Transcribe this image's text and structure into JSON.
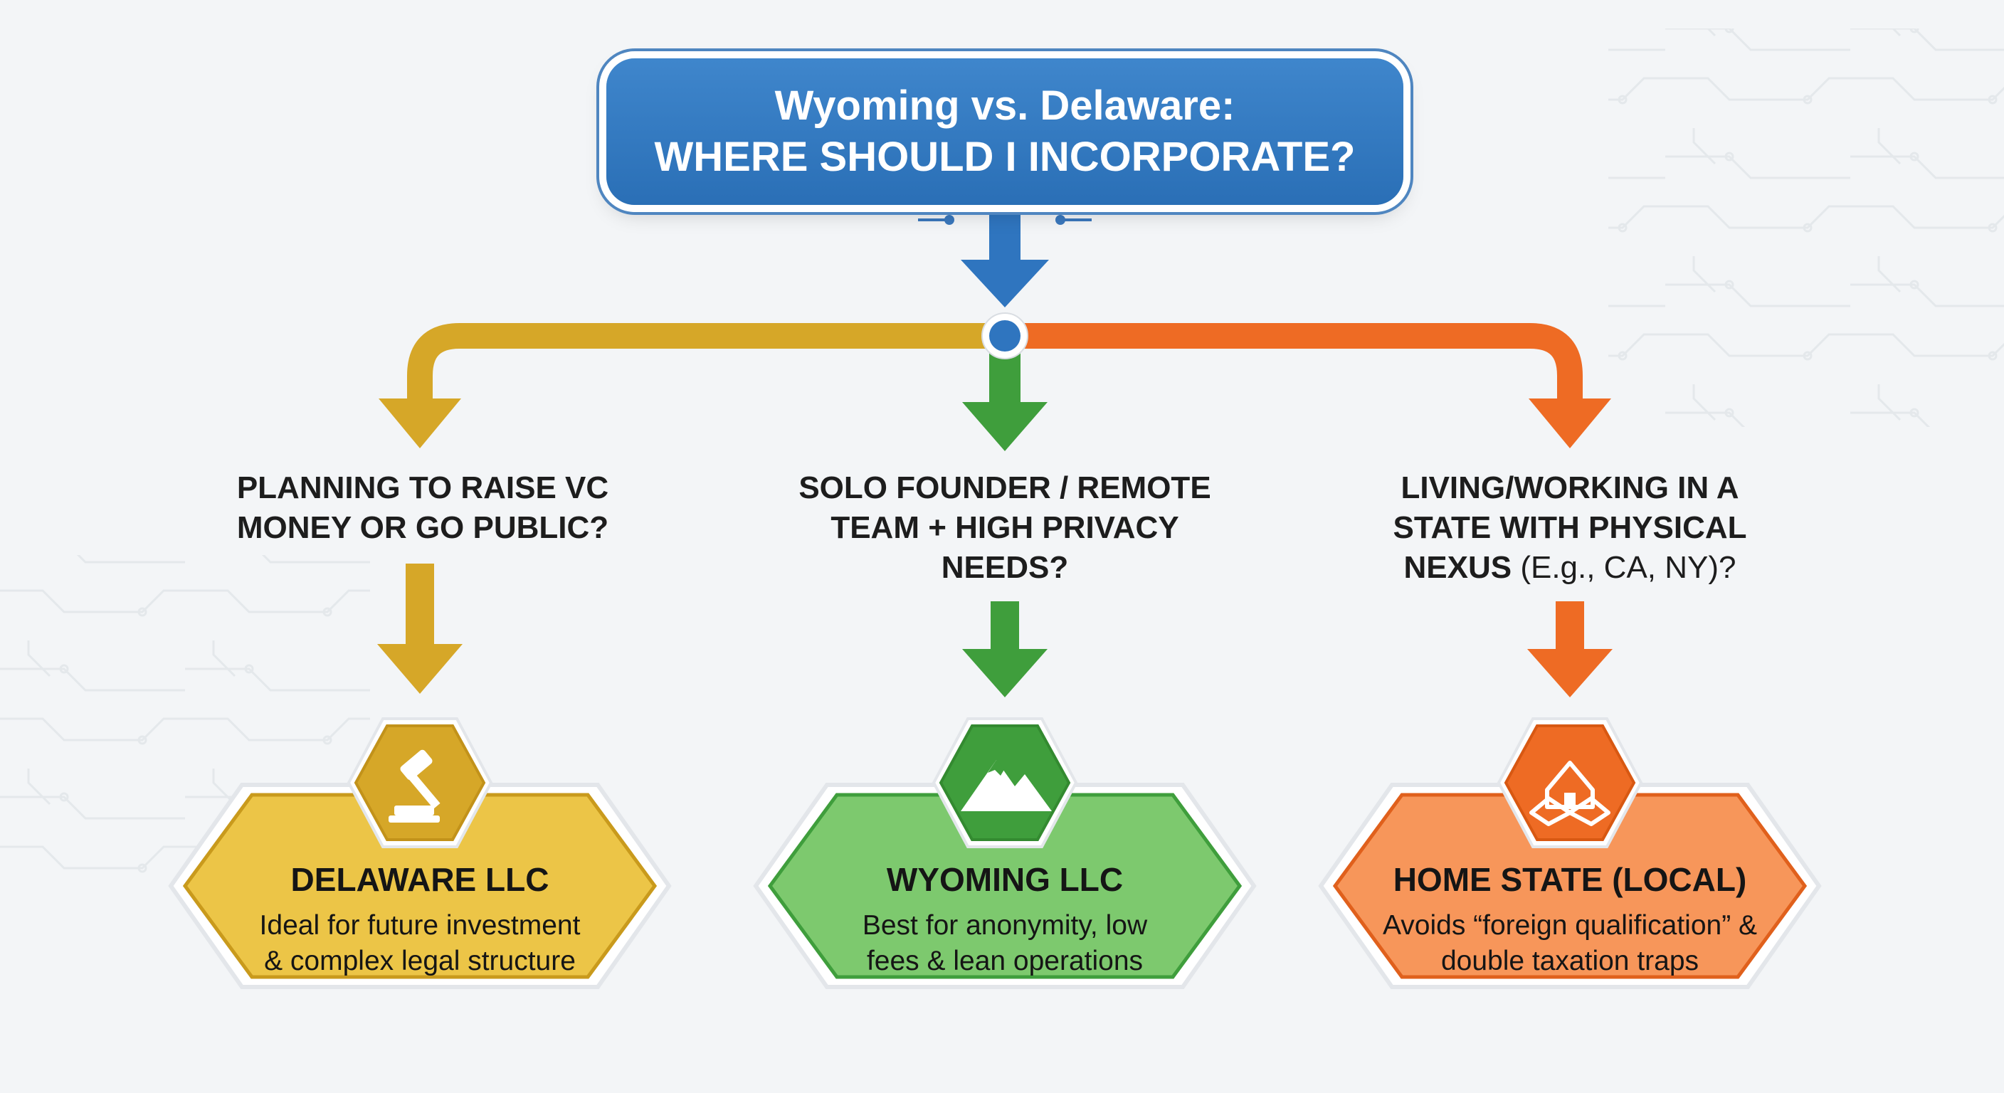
{
  "header": {
    "title_line1": "Wyoming vs. Delaware:",
    "title_line2": "WHERE SHOULD I INCORPORATE?"
  },
  "colors": {
    "title_blue": "#2f75bf",
    "delaware_gold": "#d6a728",
    "delaware_fill": "#ecc547",
    "wyoming_green": "#3f9e3c",
    "wyoming_fill": "#7dc96e",
    "home_orange": "#ee6b24",
    "home_fill": "#f7965a"
  },
  "branches": [
    {
      "id": "delaware",
      "question": "PLANNING TO RAISE VC MONEY OR GO PUBLIC?",
      "question_extra": "",
      "icon": "gavel-icon",
      "result_title": "DELAWARE LLC",
      "result_desc": "Ideal for future investment & complex legal structure"
    },
    {
      "id": "wyoming",
      "question": "SOLO FOUNDER / REMOTE TEAM + HIGH PRIVACY NEEDS?",
      "question_extra": "",
      "icon": "mountain-icon",
      "result_title": "WYOMING LLC",
      "result_desc": "Best for anonymity, low fees & lean operations"
    },
    {
      "id": "home",
      "question": "LIVING/WORKING IN A STATE WITH PHYSICAL NEXUS",
      "question_extra": "(E.g., CA, NY)?",
      "icon": "house-map-icon",
      "result_title": "HOME STATE (LOCAL)",
      "result_desc": "Avoids “foreign qualification” & double taxation traps"
    }
  ]
}
